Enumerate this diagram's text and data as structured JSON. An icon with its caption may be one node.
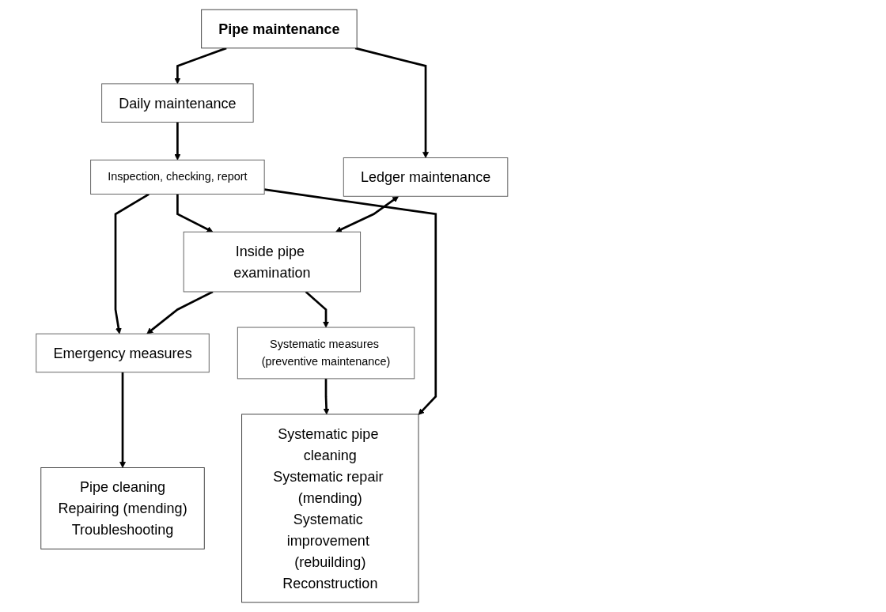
{
  "diagram": {
    "nodes": [
      {
        "text": [
          "Pipe maintenance"
        ]
      },
      {
        "text": [
          "Ledger maintenance"
        ]
      },
      {
        "text": [
          "Daily maintenance"
        ]
      },
      {
        "text": [
          "Inspection, checking, report"
        ]
      },
      {
        "text": [
          "Inside pipe examination"
        ]
      },
      {
        "text": [
          "Emergency measures"
        ]
      },
      {
        "text": [
          "Systematic measures (preventive maintenance)"
        ]
      },
      {
        "text": [
          "Pipe cleaning",
          "Repairing (mending)",
          "Troubleshooting"
        ]
      },
      {
        "text": [
          "Systematic pipe cleaning",
          "Systematic repair (mending)",
          "Systematic improvement (rebuilding)",
          "Reconstruction"
        ]
      }
    ],
    "edges": [
      {
        "from": 0,
        "to": 1,
        "arrow": "to"
      },
      {
        "from": 0,
        "to": 2,
        "arrow": "to"
      },
      {
        "from": 2,
        "to": 3,
        "arrow": "to"
      },
      {
        "from": 3,
        "to": 4,
        "arrow": "to"
      },
      {
        "from": 1,
        "to": 4,
        "arrow": "both"
      },
      {
        "from": 3,
        "to": 5,
        "arrow": "to"
      },
      {
        "from": 4,
        "to": 5,
        "arrow": "to"
      },
      {
        "from": 4,
        "to": 6,
        "arrow": "to"
      },
      {
        "from": 5,
        "to": 7,
        "arrow": "to"
      },
      {
        "from": 6,
        "to": 8,
        "arrow": "to"
      },
      {
        "from": 3,
        "to": 8,
        "arrow": "to"
      }
    ]
  }
}
